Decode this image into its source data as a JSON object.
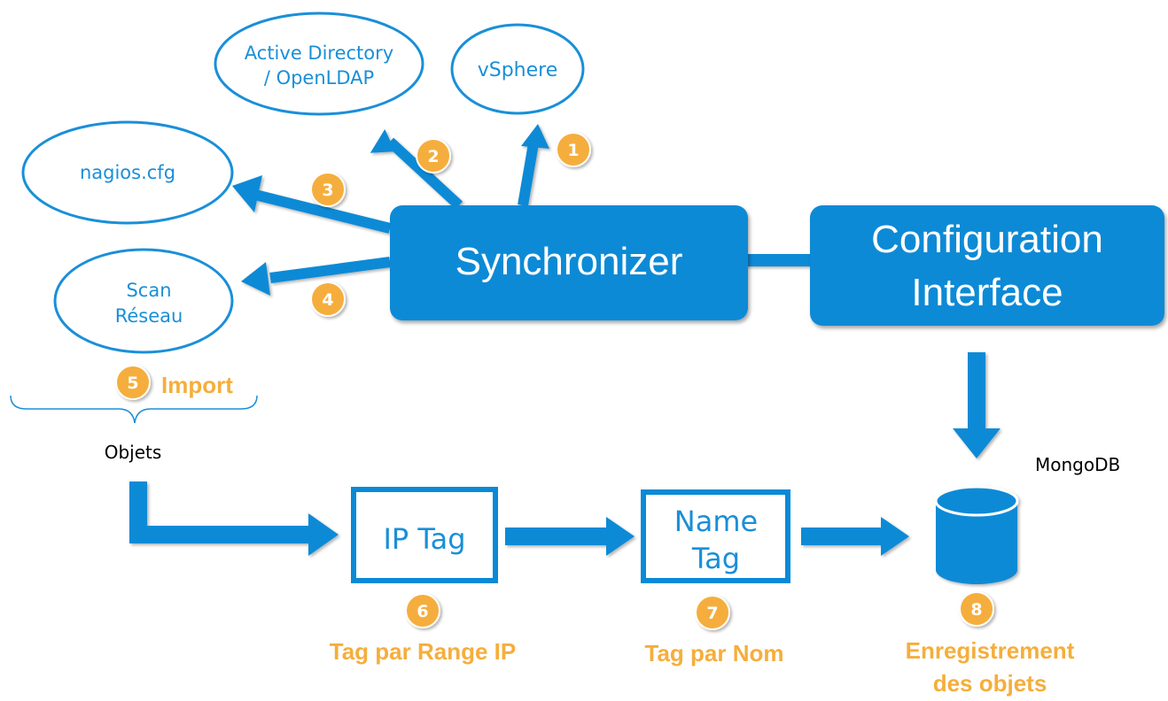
{
  "colors": {
    "primary_blue": "#0a8ad6",
    "ellipse_stroke": "#1a8fd8",
    "badge_orange": "#f5ae3c",
    "label_orange": "#f5ae3c"
  },
  "sources": {
    "active_directory": [
      "Active Directory",
      "/ OpenLDAP"
    ],
    "vsphere": "vSphere",
    "nagios": "nagios.cfg",
    "scan": [
      "Scan",
      "Réseau"
    ]
  },
  "boxes": {
    "synchronizer": "Synchronizer",
    "configuration": [
      "Configuration",
      "Interface"
    ]
  },
  "steps": {
    "s1": "1",
    "s2": "2",
    "s3": "3",
    "s4": "4",
    "s5": "5",
    "s6": "6",
    "s7": "7",
    "s8": "8"
  },
  "import_label": "Import",
  "objets_label": "Objets",
  "tags": {
    "ip_tag": "IP Tag",
    "name_tag": [
      "Name",
      "Tag"
    ]
  },
  "step_labels": {
    "tag_ip": "Tag par Range IP",
    "tag_nom": "Tag par Nom",
    "enregistrement": [
      "Enregistrement",
      "des objets"
    ]
  },
  "database": {
    "label": "MongoDB",
    "icon": "database-icon"
  }
}
